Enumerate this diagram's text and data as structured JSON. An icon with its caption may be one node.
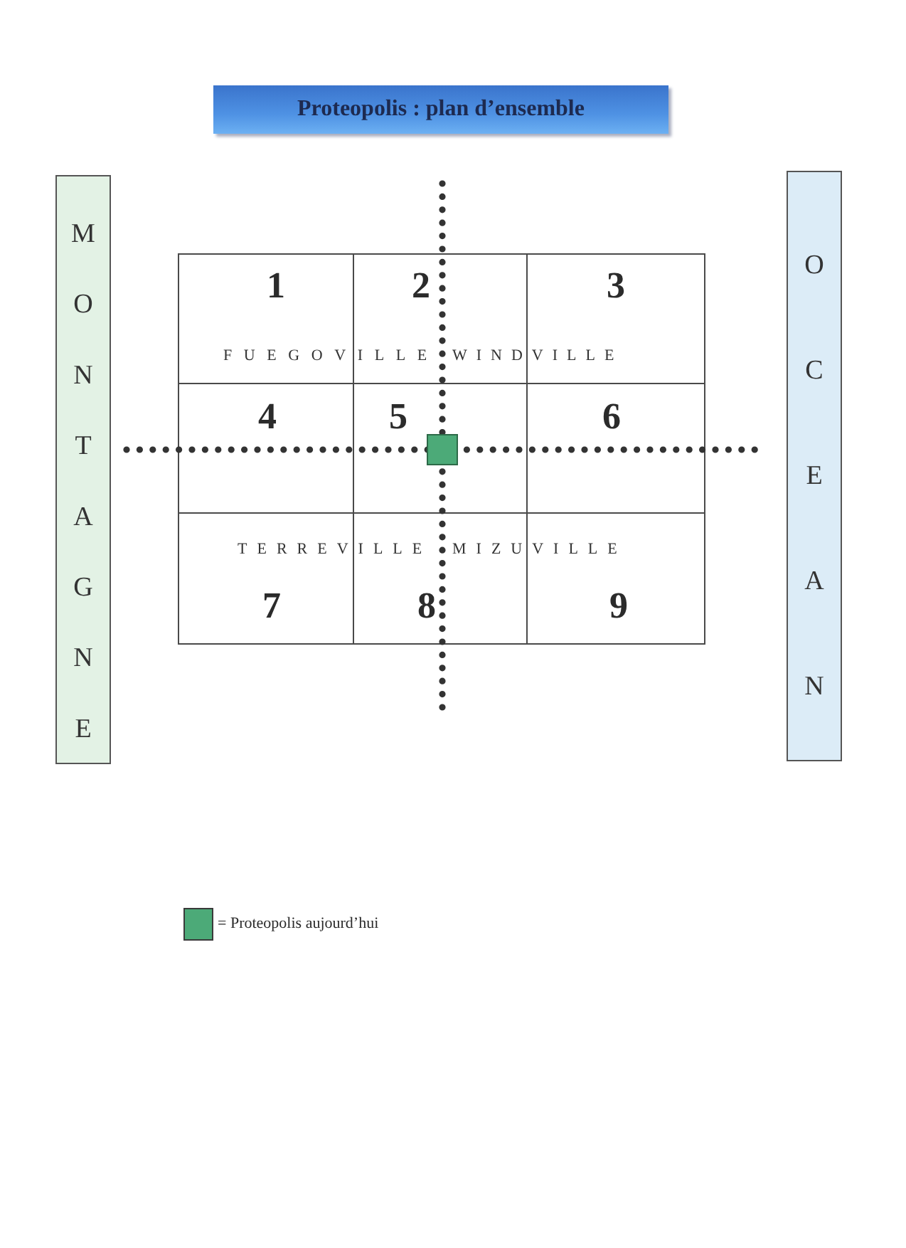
{
  "diagram": {
    "title": "Proteopolis : plan d’ensemble",
    "nodes": [
      {
        "text": [
          "MONTAGNE"
        ]
      },
      {
        "text": [
          "1"
        ]
      },
      {
        "text": [
          "2"
        ]
      },
      {
        "text": [
          "3"
        ]
      },
      {
        "text": [
          "4"
        ]
      },
      {
        "text": [
          "5"
        ]
      },
      {
        "text": [
          "6"
        ]
      },
      {
        "text": [
          "7"
        ]
      },
      {
        "text": [
          "8"
        ]
      },
      {
        "text": [
          "9"
        ]
      },
      {
        "text": [
          "OCEAN"
        ]
      }
    ],
    "labels": [
      "FUEGOVILLE",
      "WINDVILLE",
      "TERREVILLE",
      "MIZUVILLE"
    ],
    "legend": [
      {
        "text": "= Proteopolis aujourd’hui",
        "color": "#4caa78"
      }
    ]
  }
}
